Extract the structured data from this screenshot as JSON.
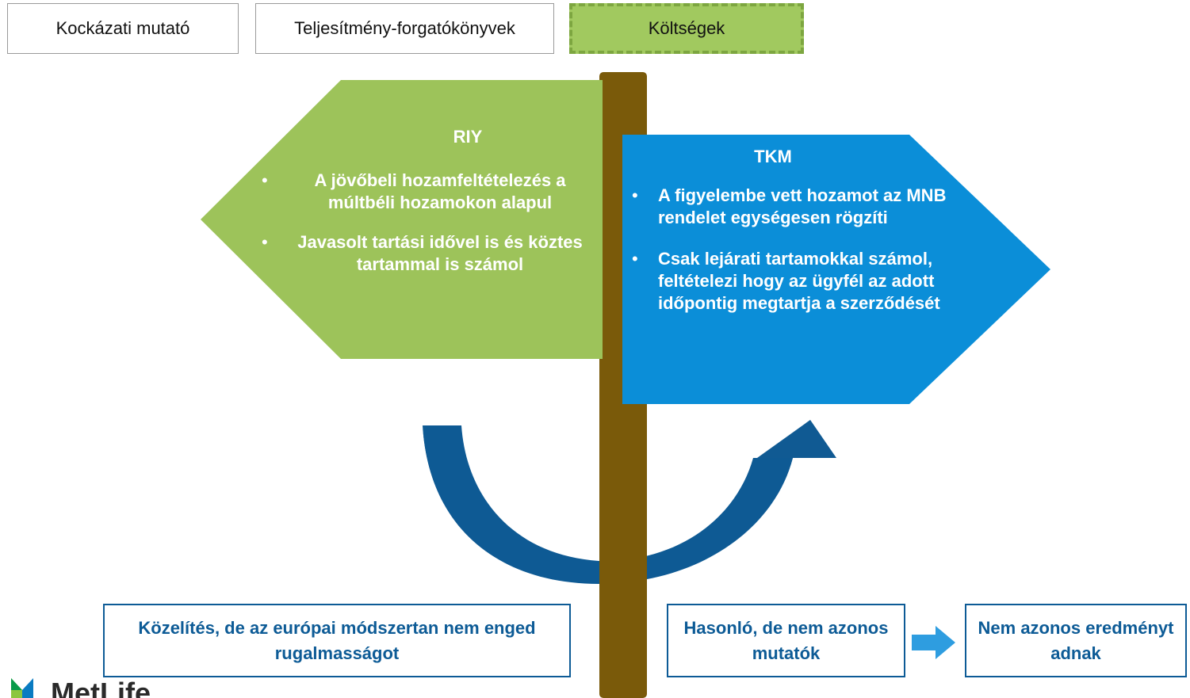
{
  "tabs": [
    {
      "label": "Kockázati mutató"
    },
    {
      "label": "Teljesítmény-forgatókönyvek"
    },
    {
      "label": "Költségek"
    }
  ],
  "riy": {
    "title": "RIY",
    "bullets": [
      "A jövőbeli hozamfeltételezés a múltbéli hozamokon alapul",
      "Javasolt tartási idővel is és köztes tartammal is számol"
    ]
  },
  "tkm": {
    "title": "TKM",
    "bullets": [
      "A figyelembe vett hozamot az MNB rendelet egységesen rögzíti",
      "Csak lejárati tartamokkal számol, feltételezi hogy az ügyfél az adott időpontig megtartja a szerződését"
    ]
  },
  "boxes": {
    "approx": "Közelítés, de az európai módszertan nem enged rugalmasságot",
    "similar": "Hasonló, de nem azonos mutatók",
    "result": "Nem azonos eredményt adnak"
  },
  "logo": {
    "text": "MetLife"
  },
  "colors": {
    "green": "#9dc35a",
    "blue": "#0b8ed8",
    "pole": "#7a5a0a",
    "navy": "#0d5b96",
    "arrow": "#2e9de0"
  }
}
